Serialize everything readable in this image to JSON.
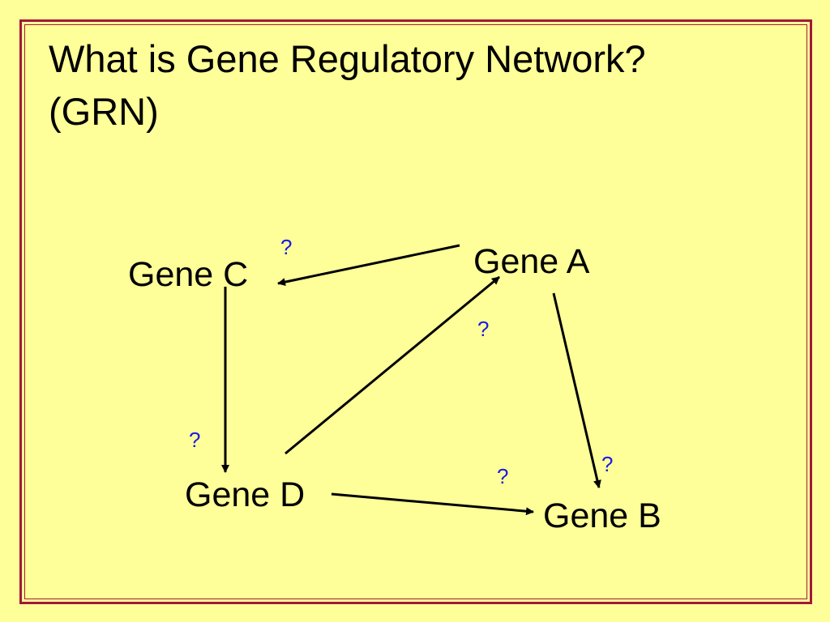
{
  "title": {
    "line1": "What is Gene Regulatory Network?",
    "line2": "(GRN)"
  },
  "nodes": {
    "gene_a": "Gene A",
    "gene_b": "Gene B",
    "gene_c": "Gene C",
    "gene_d": "Gene D"
  },
  "edges": [
    {
      "from": "Gene A",
      "to": "Gene C",
      "label": "?"
    },
    {
      "from": "Gene C",
      "to": "Gene D",
      "label": "?"
    },
    {
      "from": "Gene D",
      "to": "Gene A",
      "label": "?"
    },
    {
      "from": "Gene A",
      "to": "Gene B",
      "label": "?"
    },
    {
      "from": "Gene D",
      "to": "Gene B",
      "label": "?"
    }
  ],
  "colors": {
    "background": "#ffff99",
    "border": "#a0193a",
    "question_mark": "#1a1ae6",
    "text": "#000000"
  }
}
